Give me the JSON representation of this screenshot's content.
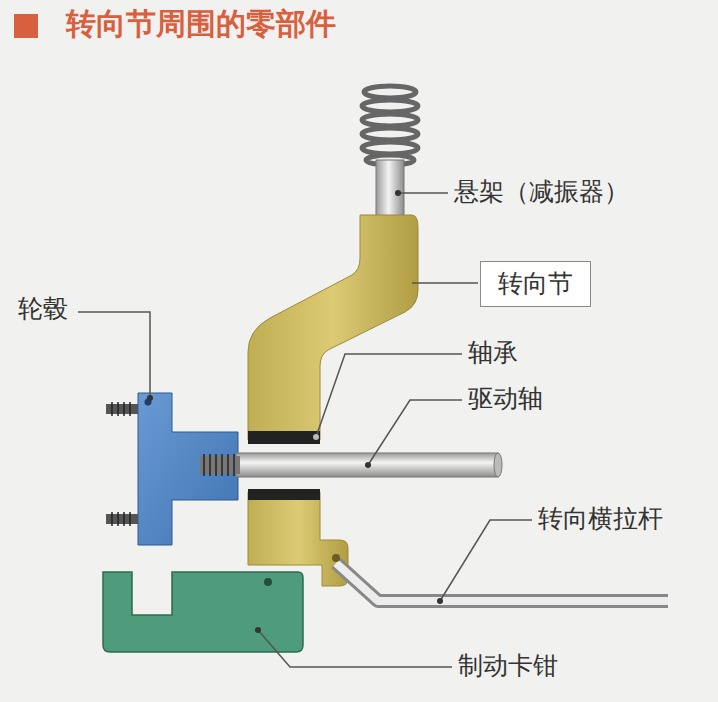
{
  "diagram": {
    "title": "转向节周围的零部件",
    "nodes": [
      {
        "text": [
          "转向节"
        ]
      }
    ],
    "labels": [
      "悬架（减振器）",
      "轮毂",
      "轴承",
      "驱动轴",
      "转向横拉杆",
      "制动卡钳"
    ]
  }
}
